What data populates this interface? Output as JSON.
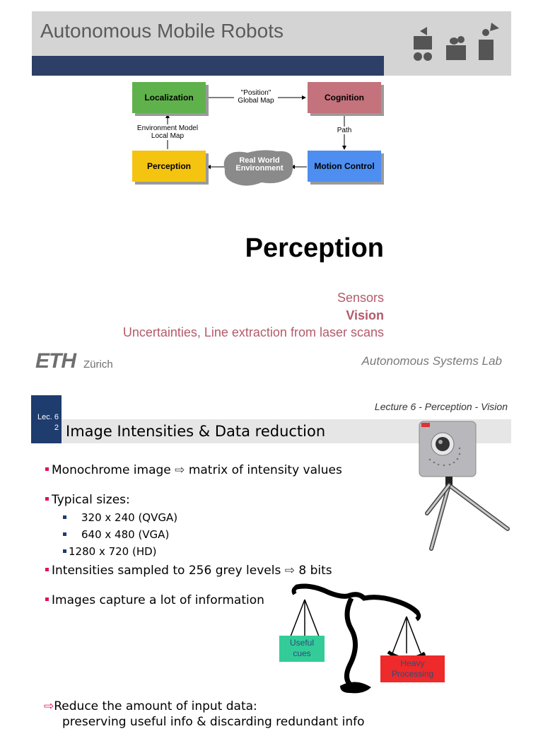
{
  "slide1": {
    "header_title": "Autonomous Mobile Robots",
    "diagram": {
      "localization": "Localization",
      "cognition": "Cognition",
      "perception": "Perception",
      "motion_control": "Motion Control",
      "real_world_line1": "Real World",
      "real_world_line2": "Environment",
      "edge_position_line1": "\"Position\"",
      "edge_position_line2": "Global Map",
      "edge_env_line1": "Environment Model",
      "edge_env_line2": "Local Map",
      "edge_path": "Path"
    },
    "main_title": "Perception",
    "topics": [
      "Sensors",
      "Vision",
      "Uncertainties, Line extraction from laser scans"
    ],
    "eth_logo_text": "ETH",
    "eth_zurich": "Zürich",
    "lab": "Autonomous Systems Lab",
    "colors": {
      "accent_blue": "#2d3f66",
      "topic_rose": "#b45a6a"
    }
  },
  "slide2": {
    "lecture_ref": "Lecture 6 - Perception - Vision",
    "lec_tab_line1": "Lec. 6",
    "lec_tab_line2": "2",
    "title": "Image Intensities & Data reduction",
    "bullets": {
      "mono_pre": "Monochrome image ",
      "mono_post": " matrix of intensity values",
      "typical": "Typical sizes:",
      "sizes": [
        "320  x  240  (QVGA)",
        "640  x  480  (VGA)",
        "1280  x  720  (HD)"
      ],
      "sampled_pre": "Intensities sampled to 256 grey levels ",
      "sampled_post": " 8 bits",
      "capture": "Images capture a lot of information",
      "reduce": "Reduce the amount of input data:",
      "preserving": "preserving useful info & discarding redundant info"
    },
    "arrow_glyph": "⇨",
    "scale_tags": {
      "useful_line1": "Useful",
      "useful_line2": "cues",
      "heavy_line1": "Heavy",
      "heavy_line2": "Processing"
    },
    "colors": {
      "bullet_pink": "#e0115f",
      "tag_green": "#33cc99",
      "tag_red": "#ee2a2a"
    }
  }
}
